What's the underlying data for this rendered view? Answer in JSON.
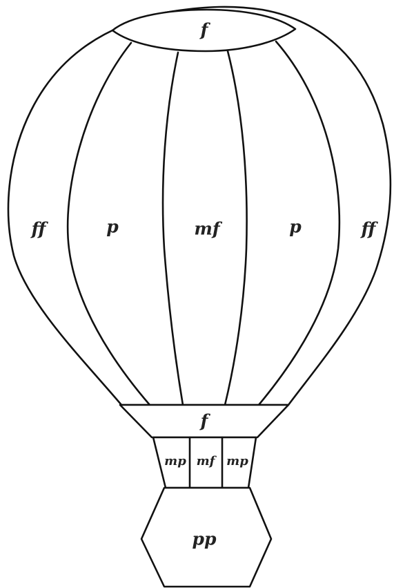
{
  "balloon": {
    "crown_label": "f",
    "panels": {
      "left_outer": "ff",
      "left_inner": "p",
      "center": "mf",
      "right_inner": "p",
      "right_outer": "ff"
    }
  },
  "band": {
    "label": "f"
  },
  "ropes": {
    "left": "mp",
    "center": "mf",
    "right": "mp"
  },
  "basket": {
    "label": "pp"
  }
}
